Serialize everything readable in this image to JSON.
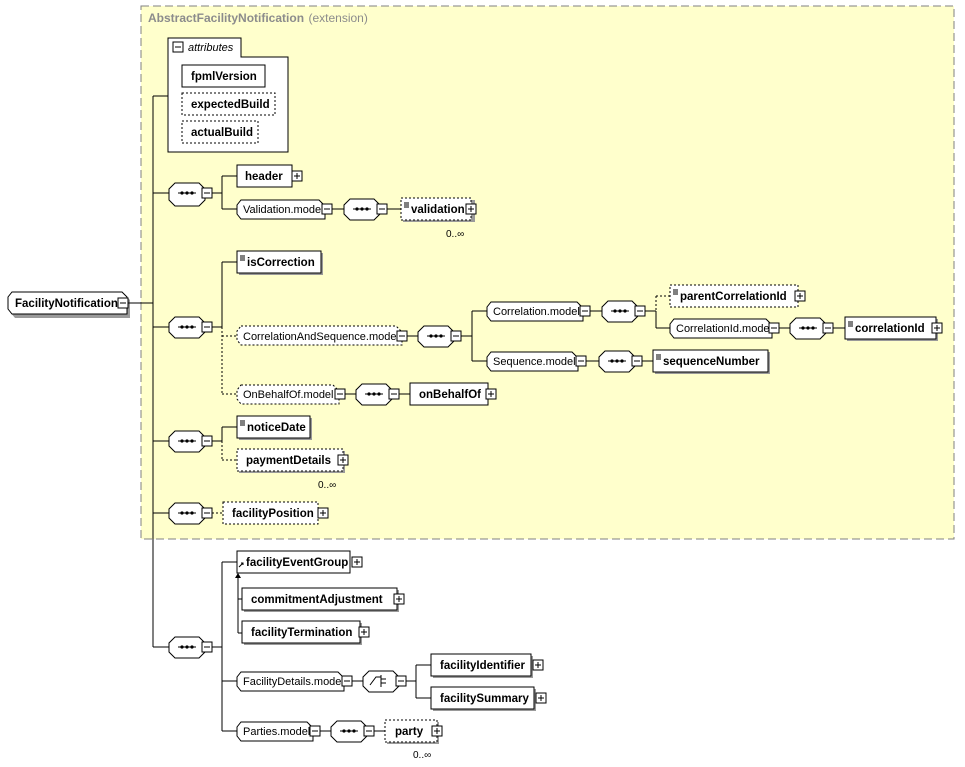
{
  "extension": {
    "title": "AbstractFacilityNotification",
    "subtitle": "(extension)",
    "bg": "#ffffcc",
    "border": "#808080"
  },
  "root": "FacilityNotification",
  "attributes": {
    "group": "attributes",
    "items": [
      "fpmlVersion",
      "expectedBuild",
      "actualBuild"
    ]
  },
  "elements": {
    "header": "header",
    "validation_model": "Validation.model",
    "validation": "validation",
    "is_correction": "isCorrection",
    "correlation_and_sequence_model": "CorrelationAndSequence.model",
    "correlation_model": "Correlation.model",
    "parent_correlation_id": "parentCorrelationId",
    "correlation_id_model": "CorrelationId.model",
    "correlation_id": "correlationId",
    "sequence_model": "Sequence.model",
    "sequence_number": "sequenceNumber",
    "on_behalf_of_model": "OnBehalfOf.model",
    "on_behalf_of": "onBehalfOf",
    "notice_date": "noticeDate",
    "payment_details": "paymentDetails",
    "facility_position": "facilityPosition",
    "facility_event_group": "facilityEventGroup",
    "commitment_adjustment": "commitmentAdjustment",
    "facility_termination": "facilityTermination",
    "facility_details_model": "FacilityDetails.model",
    "facility_identifier": "facilityIdentifier",
    "facility_summary": "facilitySummary",
    "parties_model": "Parties.model",
    "party": "party"
  },
  "cardinality": {
    "validation": "0..∞",
    "payment_details": "0..∞",
    "party": "0..∞"
  }
}
